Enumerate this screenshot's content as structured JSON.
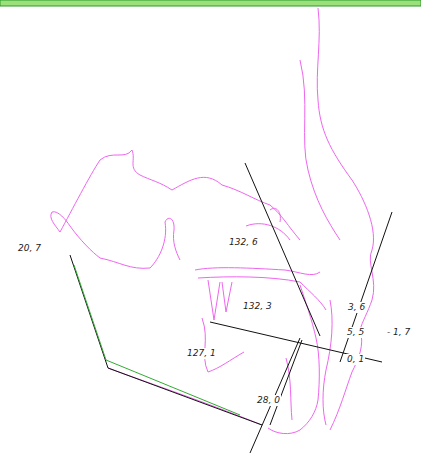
{
  "diagram": {
    "labels": [
      "20, 7",
      "132, 6",
      "132, 3",
      "3, 6",
      "5, 5",
      "- 1, 7",
      "0, 1",
      "127, 1",
      "28, 0"
    ]
  }
}
